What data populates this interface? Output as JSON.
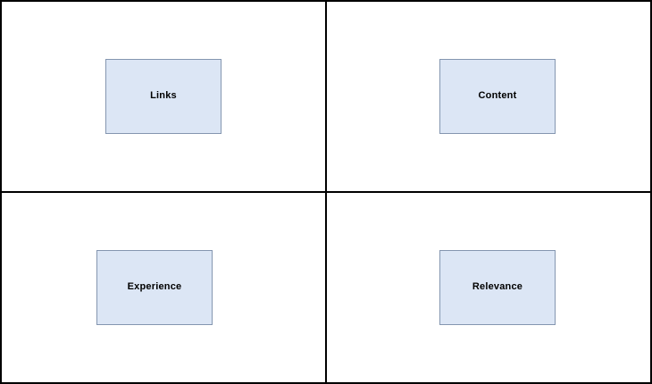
{
  "diagram": {
    "quadrants": [
      {
        "position": "top-left",
        "label": "Links"
      },
      {
        "position": "top-right",
        "label": "Content"
      },
      {
        "position": "bottom-left",
        "label": "Experience"
      },
      {
        "position": "bottom-right",
        "label": "Relevance"
      }
    ],
    "colors": {
      "box_fill": "#dce6f5",
      "box_border": "#8496b0",
      "grid_line": "#000000",
      "background": "#ffffff",
      "label_text": "#000000"
    }
  }
}
